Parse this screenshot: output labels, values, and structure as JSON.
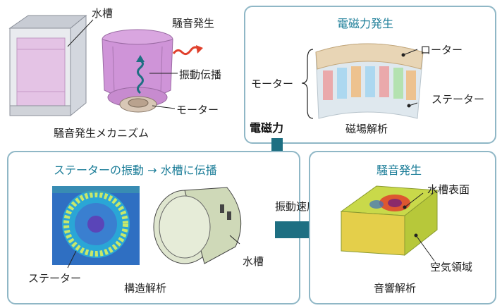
{
  "mechanism": {
    "caption": "騒音発生メカニズム",
    "water_tub": "水槽",
    "noise": "騒音発生",
    "vibration_transfer": "振動伝播",
    "motor": "モーター"
  },
  "em_panel": {
    "title": "電磁力発生",
    "rotor": "ローター",
    "motor": "モーター",
    "stator": "ステーター",
    "caption": "磁場解析"
  },
  "em_force": "電磁力",
  "struct_panel": {
    "title": "ステーターの振動 → 水槽に伝播",
    "stator": "ステーター",
    "water_tub": "水槽",
    "caption": "構造解析"
  },
  "vibration_velocity": "振動速度",
  "acoustic_panel": {
    "title": "騒音発生",
    "tub_surface": "水槽表面",
    "air_region": "空気領域",
    "caption": "音響解析"
  },
  "colors": {
    "panel_border": "#8fb7c6",
    "title_blue": "#1b7d98",
    "arrow_teal": "#1e6f82",
    "noise_red": "#e0402c"
  }
}
